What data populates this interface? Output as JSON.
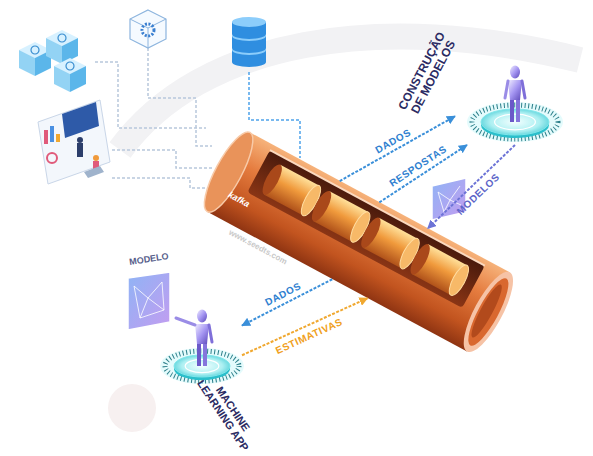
{
  "diagram": {
    "nodes": [
      {
        "text": [
          "CONSTRUÇÃO DE MODELOS"
        ]
      },
      {
        "text": [
          "kafka"
        ]
      },
      {
        "text": [
          "MODELO"
        ]
      },
      {
        "text": [
          "MACHINE LEARNING APP"
        ]
      }
    ],
    "edges": [
      {
        "from": 1,
        "to": 0,
        "label": "DADOS",
        "arrow": "to"
      },
      {
        "from": 1,
        "to": 0,
        "label": "RESPOSTAS",
        "arrow": "to"
      },
      {
        "from": 0,
        "to": 1,
        "label": "MODELOS",
        "arrow": "to"
      },
      {
        "from": 1,
        "to": 3,
        "label": "DADOS",
        "arrow": "to"
      },
      {
        "from": 3,
        "to": 1,
        "label": "ESTIMATIVAS",
        "arrow": "to"
      }
    ],
    "labels": [
      "www.seedts.com"
    ]
  }
}
